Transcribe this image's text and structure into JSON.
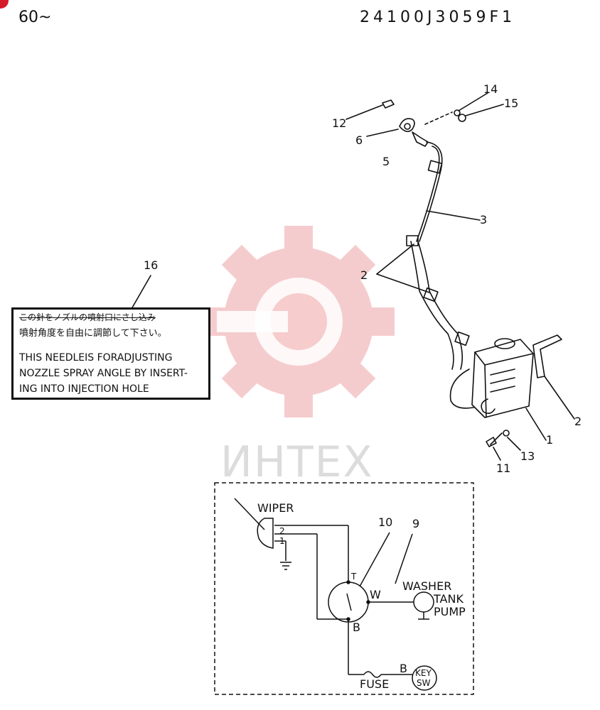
{
  "header": {
    "page_ref": "60~",
    "part_number": "24100J3059F1"
  },
  "watermark": {
    "text": "ИНТЕХ",
    "color": "#f3c2c4"
  },
  "callouts": {
    "c1": "1",
    "c2a": "2",
    "c2b": "2",
    "c3": "3",
    "c5": "5",
    "c6": "6",
    "c9": "9",
    "c10": "10",
    "c11": "11",
    "c12": "12",
    "c13": "13",
    "c14": "14",
    "c15": "15",
    "c16": "16"
  },
  "label_sticker": {
    "jp_line1": "この針をノズルの噴射口にさし込み",
    "jp_line2": "噴射角度を自由に調節して下さい。",
    "en_line1": "THIS NEEDLEIS FORADJUSTING",
    "en_line2": "NOZZLE SPRAY ANGLE BY INSERT-",
    "en_line3": "ING  INTO  INJECTION  HOLE"
  },
  "wiring": {
    "wiper": "WIPER",
    "terminal_2": "2",
    "terminal_1": "1",
    "terminal_t": "T",
    "terminal_w": "W",
    "terminal_b": "B",
    "terminal_b2": "B",
    "washer": "WASHER",
    "tank": "TANK",
    "pump": "PUMP",
    "fuse": "FUSE",
    "key": "KEY",
    "sw": "SW"
  }
}
